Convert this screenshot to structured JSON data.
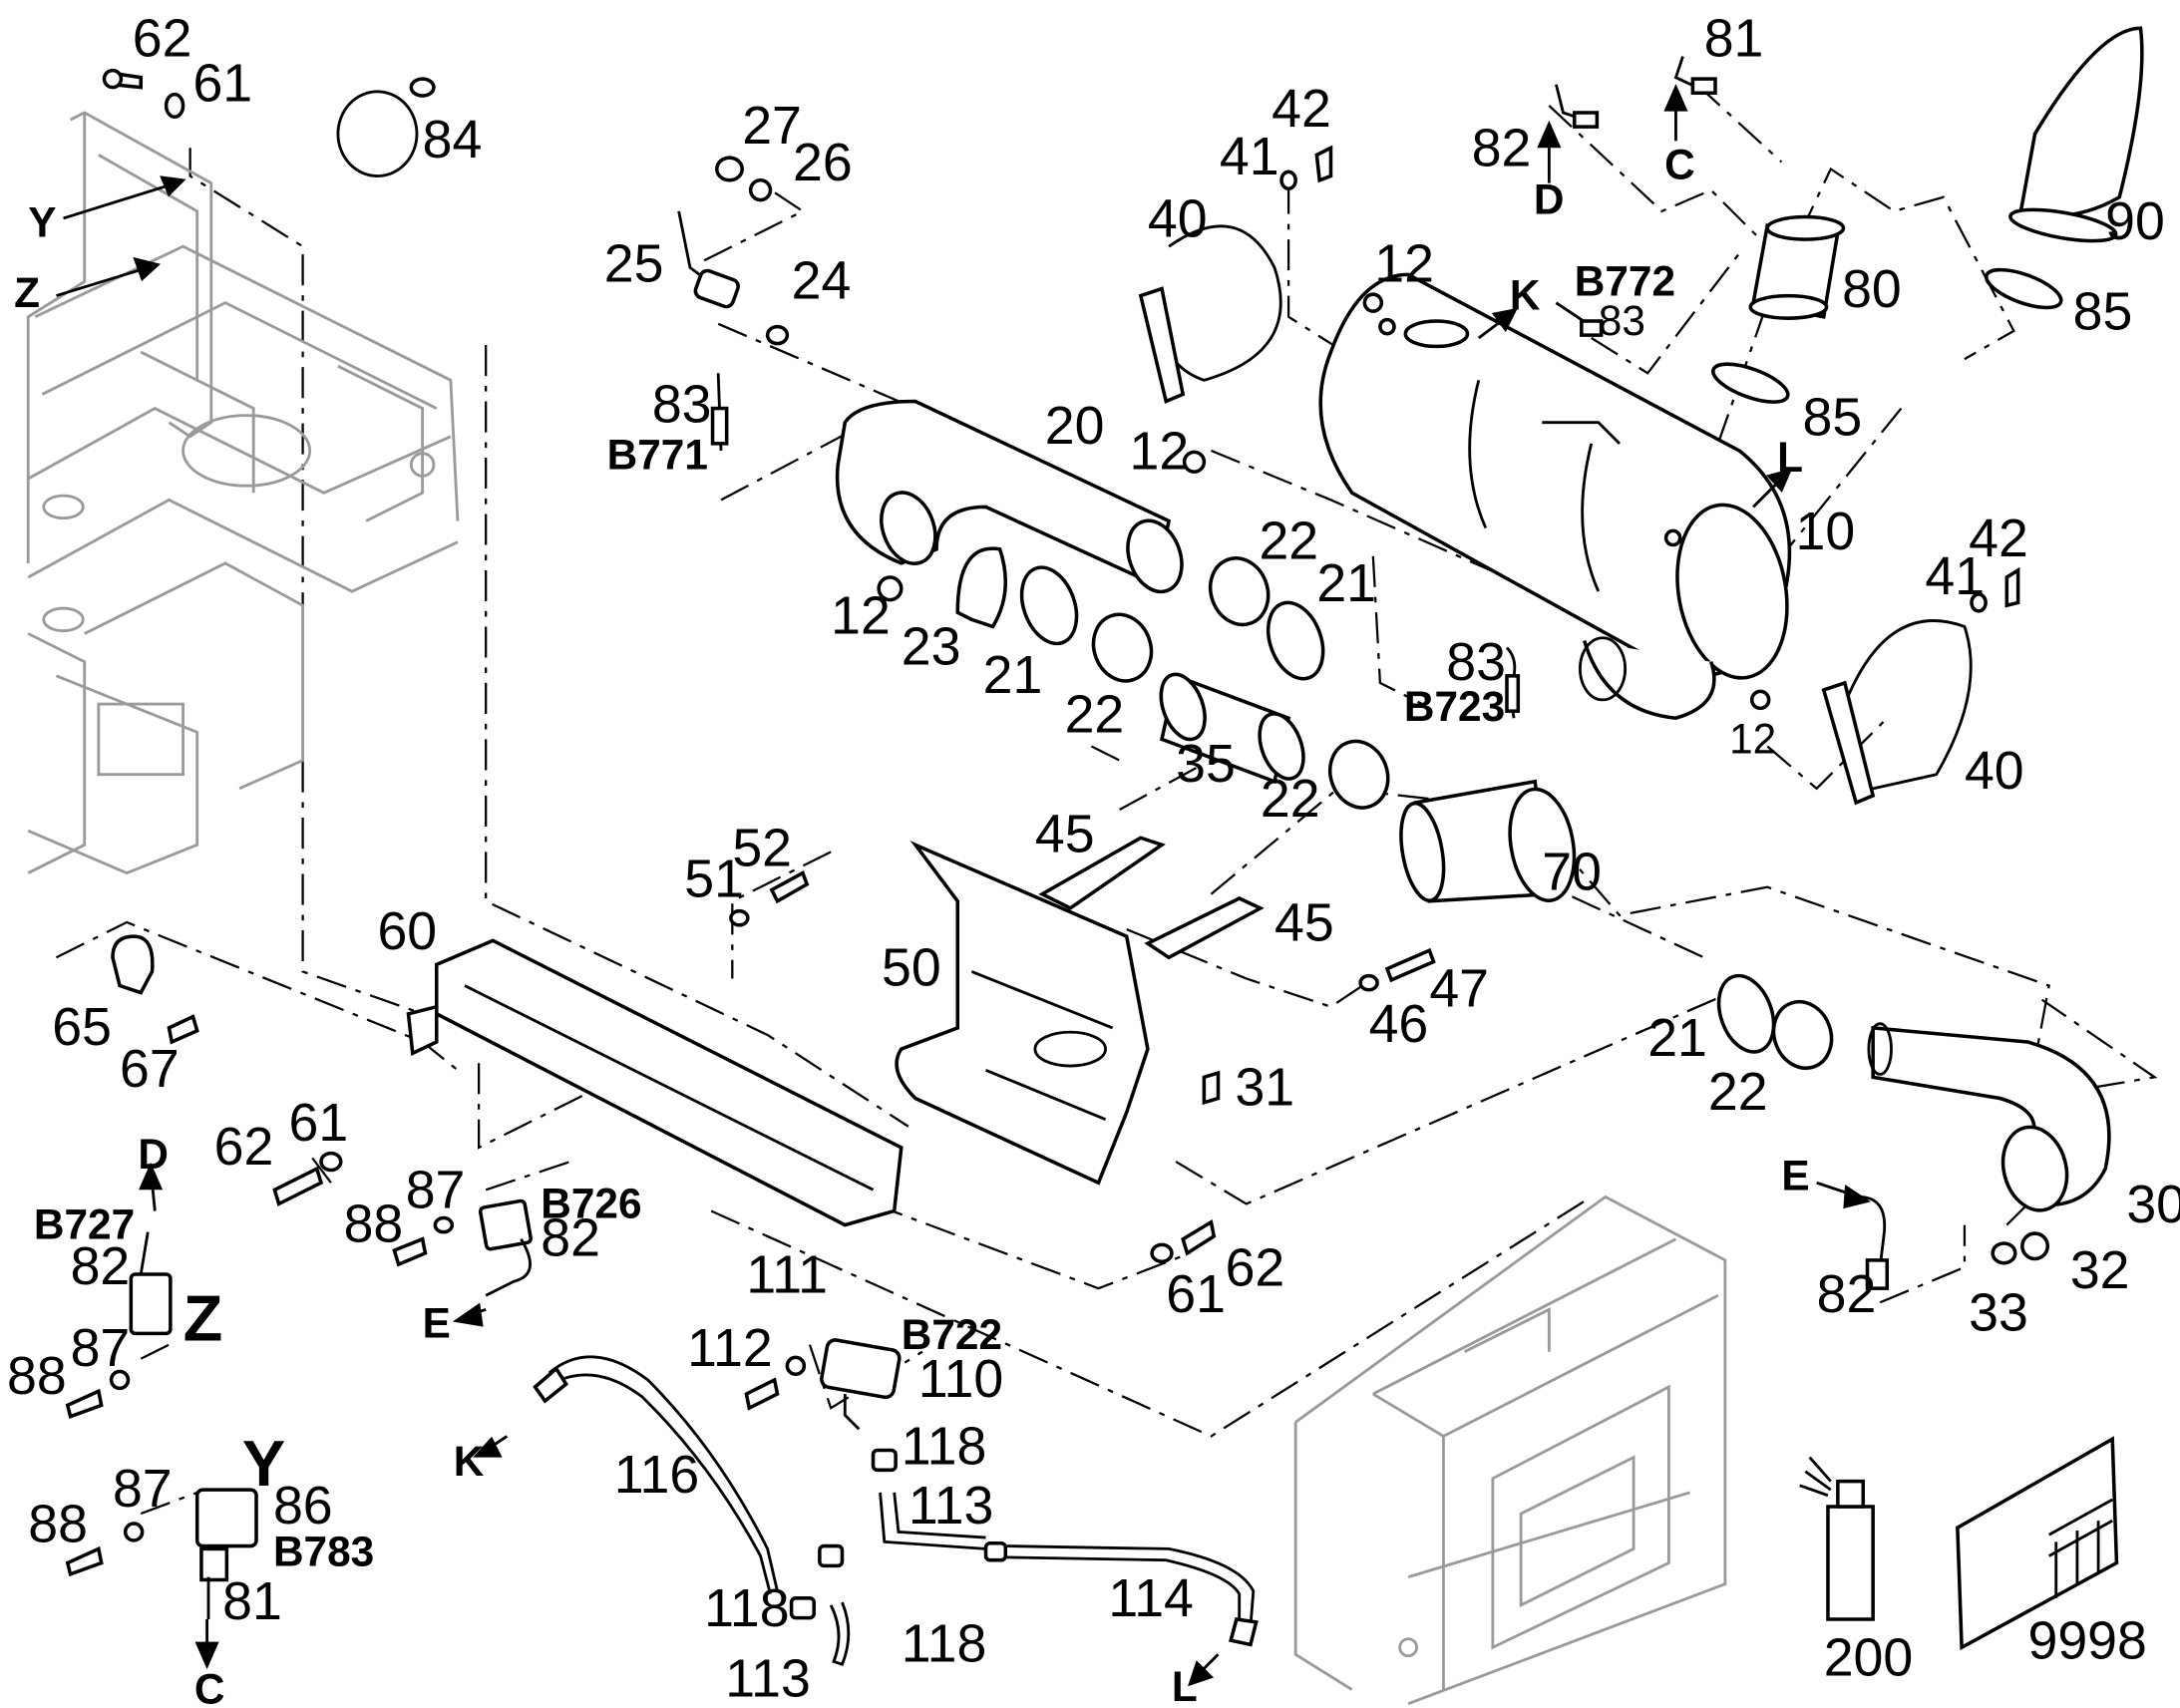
{
  "callouts": [
    {
      "id": "c62a",
      "text": "62"
    },
    {
      "id": "c61a",
      "text": "61"
    },
    {
      "id": "c84",
      "text": "84"
    },
    {
      "id": "cY1",
      "text": "Y"
    },
    {
      "id": "cZ1",
      "text": "Z"
    },
    {
      "id": "c27",
      "text": "27"
    },
    {
      "id": "c26",
      "text": "26"
    },
    {
      "id": "c25",
      "text": "25"
    },
    {
      "id": "c24",
      "text": "24"
    },
    {
      "id": "c83a",
      "text": "83"
    },
    {
      "id": "cB771",
      "text": "B771"
    },
    {
      "id": "c42a",
      "text": "42"
    },
    {
      "id": "c41a",
      "text": "41"
    },
    {
      "id": "c40a",
      "text": "40"
    },
    {
      "id": "c82a",
      "text": "82"
    },
    {
      "id": "cD1",
      "text": "D"
    },
    {
      "id": "c81a",
      "text": "81"
    },
    {
      "id": "cC1",
      "text": "C"
    },
    {
      "id": "c90",
      "text": "90"
    },
    {
      "id": "c80",
      "text": "80"
    },
    {
      "id": "c85a",
      "text": "85"
    },
    {
      "id": "c85b",
      "text": "85"
    },
    {
      "id": "c12a",
      "text": "12"
    },
    {
      "id": "cK1",
      "text": "K"
    },
    {
      "id": "cB772",
      "text": "B772"
    },
    {
      "id": "c83b",
      "text": "83"
    },
    {
      "id": "c20",
      "text": "20"
    },
    {
      "id": "c12b",
      "text": "12"
    },
    {
      "id": "cL1",
      "text": "L"
    },
    {
      "id": "c10",
      "text": "10"
    },
    {
      "id": "c22a",
      "text": "22"
    },
    {
      "id": "c21a",
      "text": "21"
    },
    {
      "id": "c42b",
      "text": "42"
    },
    {
      "id": "c41b",
      "text": "41"
    },
    {
      "id": "c12c",
      "text": "12"
    },
    {
      "id": "c23",
      "text": "23"
    },
    {
      "id": "c21b",
      "text": "21"
    },
    {
      "id": "c22b",
      "text": "22"
    },
    {
      "id": "c83c",
      "text": "83"
    },
    {
      "id": "cB723",
      "text": "B723"
    },
    {
      "id": "c12d",
      "text": "12"
    },
    {
      "id": "c40b",
      "text": "40"
    },
    {
      "id": "c35",
      "text": "35"
    },
    {
      "id": "c22c",
      "text": "22"
    },
    {
      "id": "c70",
      "text": "70"
    },
    {
      "id": "c45a",
      "text": "45"
    },
    {
      "id": "c45b",
      "text": "45"
    },
    {
      "id": "c52",
      "text": "52"
    },
    {
      "id": "c51",
      "text": "51"
    },
    {
      "id": "c60",
      "text": "60"
    },
    {
      "id": "c50",
      "text": "50"
    },
    {
      "id": "c47",
      "text": "47"
    },
    {
      "id": "c46",
      "text": "46"
    },
    {
      "id": "c65",
      "text": "65"
    },
    {
      "id": "c67",
      "text": "67"
    },
    {
      "id": "c31",
      "text": "31"
    },
    {
      "id": "c21c",
      "text": "21"
    },
    {
      "id": "c22d",
      "text": "22"
    },
    {
      "id": "c61b",
      "text": "61"
    },
    {
      "id": "c62b",
      "text": "62"
    },
    {
      "id": "cD2",
      "text": "D"
    },
    {
      "id": "c87a",
      "text": "87"
    },
    {
      "id": "cB726",
      "text": "B726"
    },
    {
      "id": "c82b",
      "text": "82"
    },
    {
      "id": "c88a",
      "text": "88"
    },
    {
      "id": "cB727",
      "text": "B727"
    },
    {
      "id": "c82c",
      "text": "82"
    },
    {
      "id": "cZ2",
      "text": "Z"
    },
    {
      "id": "cE1",
      "text": "E"
    },
    {
      "id": "cE2",
      "text": "E"
    },
    {
      "id": "c61c",
      "text": "61"
    },
    {
      "id": "c62c",
      "text": "62"
    },
    {
      "id": "c30",
      "text": "30"
    },
    {
      "id": "c82d",
      "text": "82"
    },
    {
      "id": "c33",
      "text": "33"
    },
    {
      "id": "c32",
      "text": "32"
    },
    {
      "id": "c87b",
      "text": "87"
    },
    {
      "id": "c88b",
      "text": "88"
    },
    {
      "id": "c111",
      "text": "111"
    },
    {
      "id": "c112",
      "text": "112"
    },
    {
      "id": "cB722",
      "text": "B722"
    },
    {
      "id": "c110",
      "text": "110"
    },
    {
      "id": "cK2",
      "text": "K"
    },
    {
      "id": "c116",
      "text": "116"
    },
    {
      "id": "c118a",
      "text": "118"
    },
    {
      "id": "c113a",
      "text": "113"
    },
    {
      "id": "c87c",
      "text": "87"
    },
    {
      "id": "cY2",
      "text": "Y"
    },
    {
      "id": "c86",
      "text": "86"
    },
    {
      "id": "c88c",
      "text": "88"
    },
    {
      "id": "cB783",
      "text": "B783"
    },
    {
      "id": "c81b",
      "text": "81"
    },
    {
      "id": "cC2",
      "text": "C"
    },
    {
      "id": "c114",
      "text": "114"
    },
    {
      "id": "c118b",
      "text": "118"
    },
    {
      "id": "c118c",
      "text": "118"
    },
    {
      "id": "c113b",
      "text": "113"
    },
    {
      "id": "cL2",
      "text": "L"
    },
    {
      "id": "c200",
      "text": "200"
    },
    {
      "id": "c9998",
      "text": "9998"
    }
  ]
}
